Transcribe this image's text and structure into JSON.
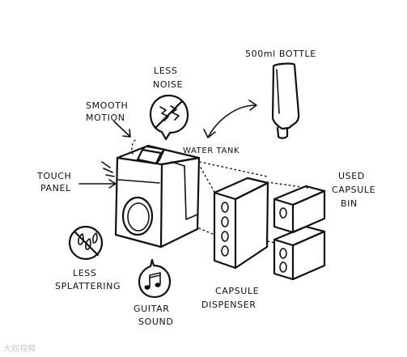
{
  "labels": {
    "bottle": "500ml BOTTLE",
    "less_noise_1": "LESS",
    "less_noise_2": "NOISE",
    "smooth_1": "SMOOTH",
    "smooth_2": "MOTION",
    "water_tank": "WATER TANK",
    "touch_1": "TOUCH",
    "touch_2": "PANEL",
    "used_1": "USED",
    "used_2": "CAPSULE",
    "used_3": "BIN",
    "splatter_1": "LESS",
    "splatter_2": "SPLATTERING",
    "guitar_1": "GUITAR",
    "guitar_2": "SOUND",
    "dispenser_1": "CAPSULE",
    "dispenser_2": "DISPENSER"
  },
  "watermark": "大观视频",
  "icons": {
    "noise": "lightning-bolt-icon",
    "splatter": "no-droplets-icon",
    "guitar": "music-note-icon"
  }
}
